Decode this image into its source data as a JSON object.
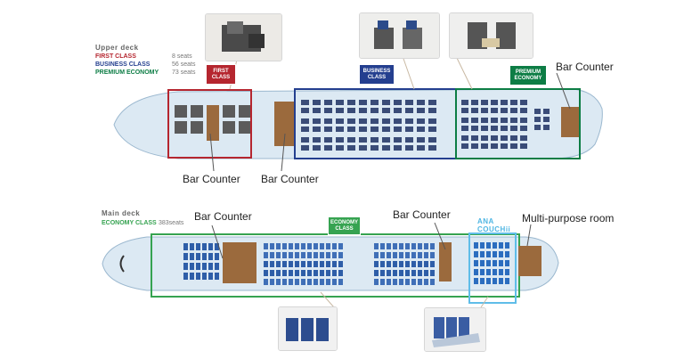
{
  "colors": {
    "first": "#b5262f",
    "business": "#243f8f",
    "premium": "#0d7d45",
    "economy": "#36a351",
    "fuselage": "#d8e7f2",
    "seat": "#2e5ea8",
    "bar": "#9b6a3d"
  },
  "upper_deck": {
    "title": "Upper deck",
    "legend": [
      {
        "label": "FIRST CLASS",
        "seats": "8 seats",
        "color": "#b5262f"
      },
      {
        "label": "BUSINESS CLASS",
        "seats": "56 seats",
        "color": "#243f8f"
      },
      {
        "label": "PREMIUM ECONOMY",
        "seats": "73 seats",
        "color": "#0d7d45"
      }
    ],
    "tags": {
      "first": "FIRST CLASS",
      "business": "BUSINESS CLASS",
      "premium": "PREMIUM ECONOMY"
    },
    "callouts": {
      "bar_counter_right": "Bar Counter",
      "bar_counter_left": "Bar Counter",
      "bar_counter_mid": "Bar Counter"
    }
  },
  "main_deck": {
    "title": "Main deck",
    "legend": {
      "label": "ECONOMY CLASS",
      "seats": "383seats"
    },
    "tags": {
      "economy": "ECONOMY CLASS",
      "couch": "ANA COUCHii"
    },
    "callouts": {
      "bar_counter_left": "Bar Counter",
      "bar_counter_right": "Bar Counter",
      "multi_purpose": "Multi-purpose room"
    }
  }
}
